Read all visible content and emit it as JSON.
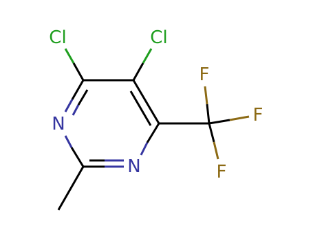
{
  "molecule": {
    "atoms": [
      {
        "id": "cl1",
        "symbol": "Cl",
        "color": "#1e9e1e"
      },
      {
        "id": "cl2",
        "symbol": "Cl",
        "color": "#1e9e1e"
      },
      {
        "id": "n1",
        "symbol": "N",
        "color": "#3535a0"
      },
      {
        "id": "n2",
        "symbol": "N",
        "color": "#3535a0"
      },
      {
        "id": "f1",
        "symbol": "F",
        "color": "#8c6a14"
      },
      {
        "id": "f2",
        "symbol": "F",
        "color": "#8c6a14"
      },
      {
        "id": "f3",
        "symbol": "F",
        "color": "#8c6a14"
      }
    ],
    "colors": {
      "bond": "#000000",
      "nitrogen": "#3535a0",
      "chlorine": "#1e9e1e",
      "fluorine": "#8c6a14"
    }
  }
}
